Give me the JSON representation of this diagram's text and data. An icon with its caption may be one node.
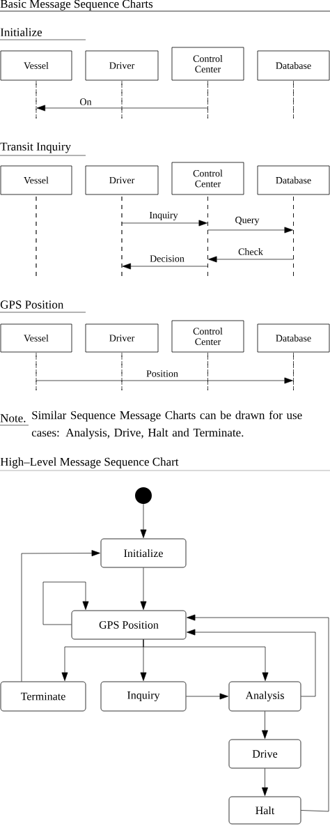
{
  "diagram": {
    "title": "Basic Message Sequence Charts",
    "nodes": [
      {
        "text": [
          "Vessel"
        ]
      },
      {
        "text": [
          "Driver"
        ]
      },
      {
        "text": [
          "Control Center"
        ]
      },
      {
        "text": [
          "Database"
        ]
      },
      {
        "text": [],
        "shape": "line"
      },
      {
        "text": [],
        "shape": "line"
      },
      {
        "text": [],
        "shape": "line"
      },
      {
        "text": [],
        "shape": "line"
      },
      {
        "text": [
          "Vessel"
        ]
      },
      {
        "text": [
          "Driver"
        ]
      },
      {
        "text": [
          "Control Center"
        ]
      },
      {
        "text": [
          "Database"
        ]
      },
      {
        "text": [],
        "shape": "line"
      },
      {
        "text": [],
        "shape": "line"
      },
      {
        "text": [],
        "shape": "line"
      },
      {
        "text": [],
        "shape": "line"
      },
      {
        "text": [
          "Vessel"
        ]
      },
      {
        "text": [
          "Driver"
        ]
      },
      {
        "text": [
          "Control Center"
        ]
      },
      {
        "text": [
          "Database"
        ]
      },
      {
        "text": [],
        "shape": "line"
      },
      {
        "text": [],
        "shape": "line"
      },
      {
        "text": [],
        "shape": "line"
      },
      {
        "text": [],
        "shape": "line"
      },
      {
        "text": [],
        "shape": "circle"
      },
      {
        "text": [
          "Initialize"
        ]
      },
      {
        "text": [
          "GPS Position"
        ]
      },
      {
        "text": [
          "Terminate"
        ]
      },
      {
        "text": [
          "Inquiry"
        ]
      },
      {
        "text": [
          "Analysis"
        ]
      },
      {
        "text": [
          "Drive"
        ]
      },
      {
        "text": [
          "Halt"
        ]
      }
    ],
    "edges": [
      {
        "from": 6,
        "to": 4,
        "arrow": "to",
        "label": "On"
      },
      {
        "from": 13,
        "to": 14,
        "arrow": "to",
        "label": "Inquiry"
      },
      {
        "from": 14,
        "to": 15,
        "arrow": "to",
        "label": "Query"
      },
      {
        "from": 15,
        "to": 14,
        "arrow": "to",
        "label": "Check"
      },
      {
        "from": 14,
        "to": 13,
        "arrow": "to",
        "label": "Decision"
      },
      {
        "from": 20,
        "to": 23,
        "arrow": "to",
        "label": "Position"
      },
      {
        "from": 24,
        "to": 25,
        "arrow": "to"
      },
      {
        "from": 25,
        "to": 26,
        "arrow": "to"
      },
      {
        "from": 26,
        "to": 26,
        "arrow": "to"
      },
      {
        "from": 26,
        "to": 27,
        "arrow": "to"
      },
      {
        "from": 26,
        "to": 28,
        "arrow": "to"
      },
      {
        "from": 26,
        "to": 29,
        "arrow": "to"
      },
      {
        "from": 27,
        "to": 25,
        "arrow": "to"
      },
      {
        "from": 28,
        "to": 29,
        "arrow": "to"
      },
      {
        "from": 29,
        "to": 26,
        "arrow": "to"
      },
      {
        "from": 29,
        "to": 30,
        "arrow": "to"
      },
      {
        "from": 30,
        "to": 31,
        "arrow": "to"
      },
      {
        "from": 31,
        "to": 26,
        "arrow": "to"
      }
    ],
    "labels": [
      "Initialize",
      "Transit Inquiry",
      "GPS Position",
      "Note.",
      "Similar Sequence Message Charts can be drawn for use cases: Analysis, Drive, Halt and Terminate.",
      "High–Level Message Sequence Chart"
    ]
  }
}
